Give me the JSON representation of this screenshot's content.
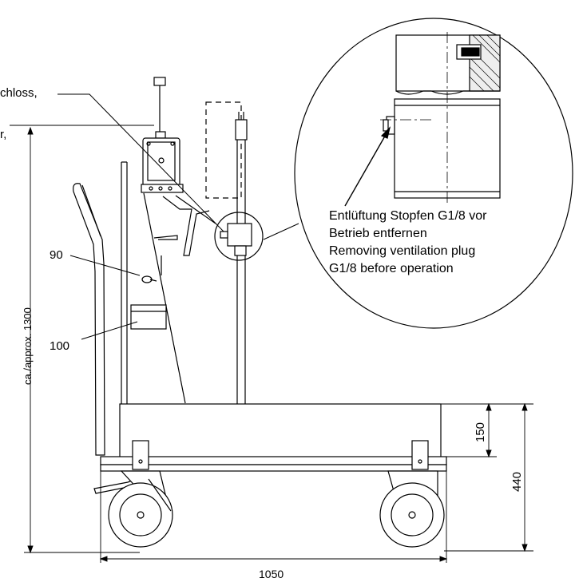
{
  "labels": {
    "cut_line_1": "chloss,",
    "cut_line_2": "r,",
    "part_90": "90",
    "part_100": "100"
  },
  "detail_note": {
    "line1": "Entlüftung Stopfen G1/8 vor",
    "line2": "Betrieb entfernen",
    "line3": "Removing ventilation plug",
    "line4": "G1/8 before operation"
  },
  "dimensions": {
    "height_total": "ca./approx. 1300",
    "width": "1050",
    "frame_height": "440",
    "tray_height": "150"
  }
}
